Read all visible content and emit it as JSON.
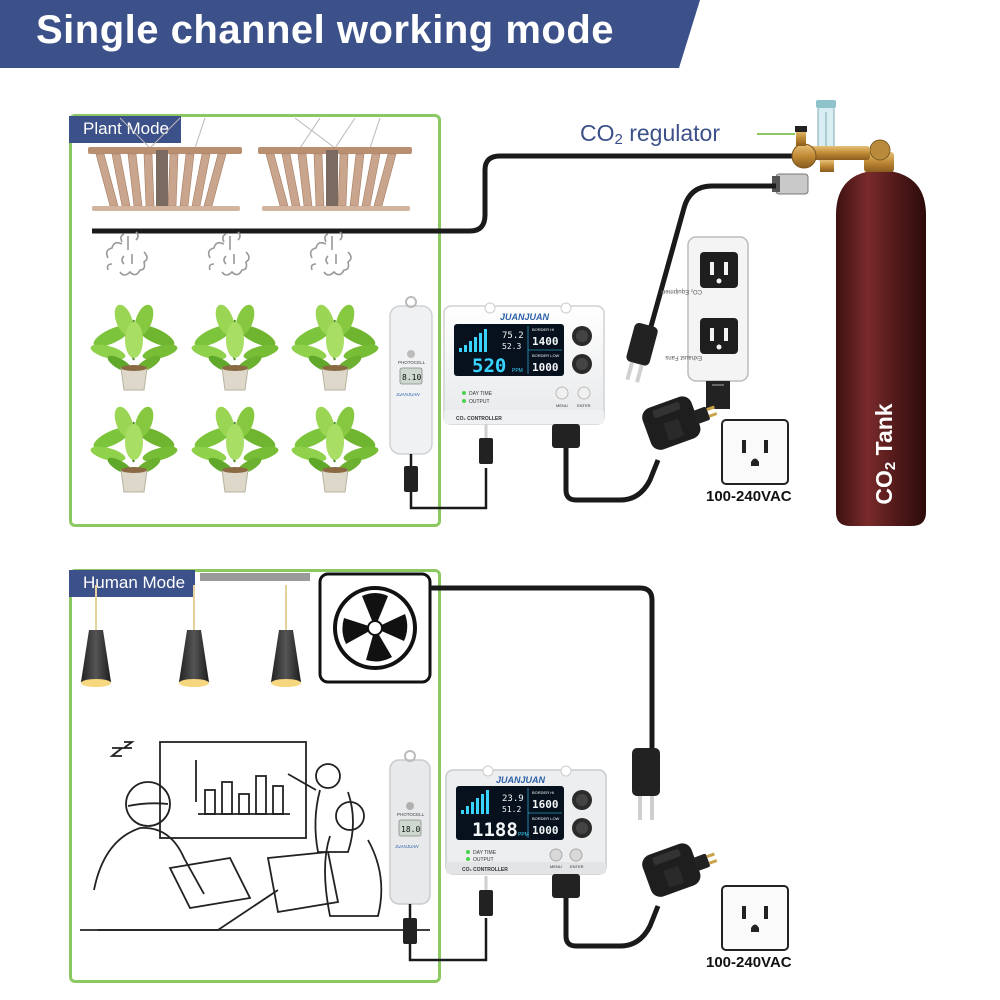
{
  "banner": {
    "title": "Single channel working mode"
  },
  "plant_mode": {
    "label": "Plant Mode",
    "regulator_label_main": "CO",
    "regulator_label_sub": "2",
    "regulator_label_rest": " regulator",
    "outlet_voltage": "100-240VAC",
    "tank_label_main": "CO",
    "tank_label_sub": "2",
    "tank_label_rest": " Tank",
    "power_strip_labels": [
      "CO₂ Equipment",
      "Exhaust Fans"
    ],
    "controller": {
      "brand": "JUANJUAN",
      "main_reading": "520",
      "unit": "PPM",
      "temp": "75.2",
      "humidity": "52.3",
      "border_hi_label": "BORDER HI",
      "border_hi": "1400",
      "border_low_label": "BORDER LOW",
      "border_low": "1000",
      "day_time": "DAY TIME",
      "output": "OUTPUT",
      "menu": "MENU",
      "enter": "ENTER",
      "footer": "CO₂ CONTROLLER",
      "co2": "CO₂"
    },
    "sensor": {
      "label": "PHOTOCELL",
      "reading": "8.10",
      "brand": "JUANJUAN"
    }
  },
  "human_mode": {
    "label": "Human Mode",
    "outlet_voltage": "100-240VAC",
    "controller": {
      "brand": "JUANJUAN",
      "main_reading": "1188",
      "unit": "PPM",
      "temp": "23.9",
      "humidity": "51.2",
      "border_hi_label": "BORDER HI",
      "border_hi": "1600",
      "border_low_label": "BORDER LOW",
      "border_low": "1000",
      "day_time": "DAY TIME",
      "output": "OUTPUT",
      "menu": "MENU",
      "enter": "ENTER",
      "footer": "CO₂ CONTROLLER",
      "co2": "CO₂"
    },
    "sensor": {
      "label": "PHOTOCELL",
      "reading": "18.0",
      "brand": "JUANJUAN"
    }
  },
  "colors": {
    "banner": "#3c5189",
    "mode_frame": "#8cc862",
    "tank": "#5a1d1d",
    "lcd_bg": "#07111e",
    "lcd_cyan": "#38d4ff",
    "lcd_white": "#f3f6f7",
    "cable": "#1a1a1a"
  }
}
